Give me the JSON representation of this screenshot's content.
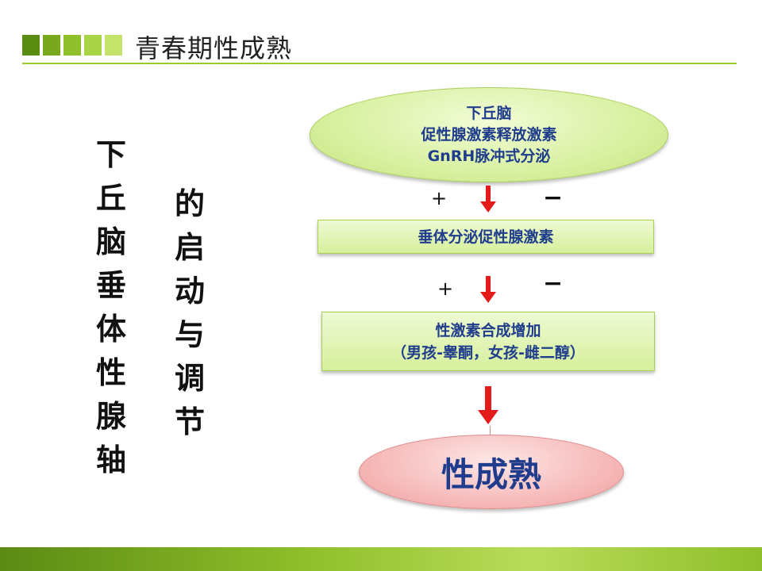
{
  "header": {
    "title": "青春期性成熟",
    "squares": [
      "#5b8c12",
      "#79a81d",
      "#8fbf2a",
      "#a9d445",
      "#c3e36a"
    ]
  },
  "left_text": {
    "col1": [
      "下",
      "丘",
      "脑",
      "垂",
      "体",
      "性",
      "腺",
      "轴"
    ],
    "col2": [
      "的",
      "启",
      "动",
      "与",
      "调",
      "节"
    ]
  },
  "flow": {
    "hypothalamus": {
      "line1": "下丘脑",
      "line2": "促性腺激素释放激素",
      "line3": "GnRH脉冲式分泌"
    },
    "pituitary": {
      "label": "垂体分泌促性腺激素"
    },
    "gonad": {
      "line1": "性激素合成增加",
      "line2": "（男孩-睾酮，女孩-雌二醇）"
    },
    "result": {
      "label": "性成熟"
    },
    "plus1": "+",
    "minus1": "−",
    "plus2": "+",
    "minus2": "−"
  },
  "colors": {
    "accent_green": "#99cc33",
    "text_blue": "#1f3d8c",
    "arrow_red": "#e31b1b"
  }
}
